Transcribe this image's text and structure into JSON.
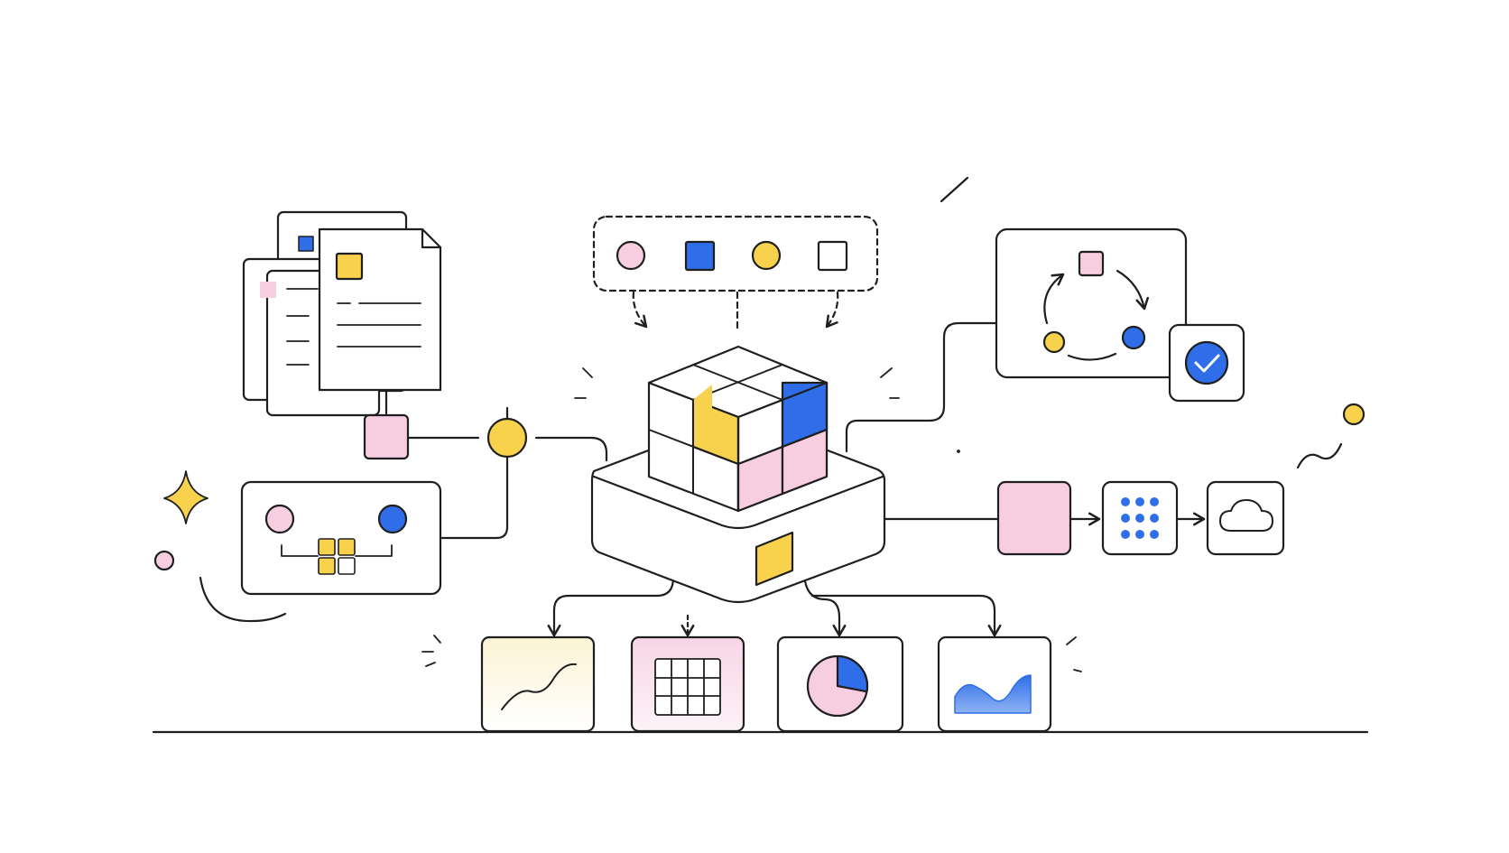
{
  "colors": {
    "ink": "#1f1f1f",
    "yellow": "#f8d24c",
    "blue": "#2f6ee8",
    "pink": "#f7cde0",
    "cream": "#fbf7ec",
    "paper": "#ffffff"
  },
  "icons": {
    "documents": "documents-stack-icon",
    "cube": "data-cube-icon",
    "cycle": "cycle-arrows-icon",
    "check": "checkmark-icon",
    "grid": "dot-grid-icon",
    "cloud": "cloud-icon",
    "sparkle": "sparkle-icon",
    "line_chart": "line-chart-icon",
    "table": "table-grid-icon",
    "pie_chart": "pie-chart-icon",
    "area_chart": "area-chart-icon"
  },
  "shape_legend": [
    "circle",
    "square",
    "circle",
    "square"
  ],
  "pie_chart": {
    "slice_fraction": 0.28
  },
  "table_grid": {
    "rows": 3,
    "cols": 4
  }
}
